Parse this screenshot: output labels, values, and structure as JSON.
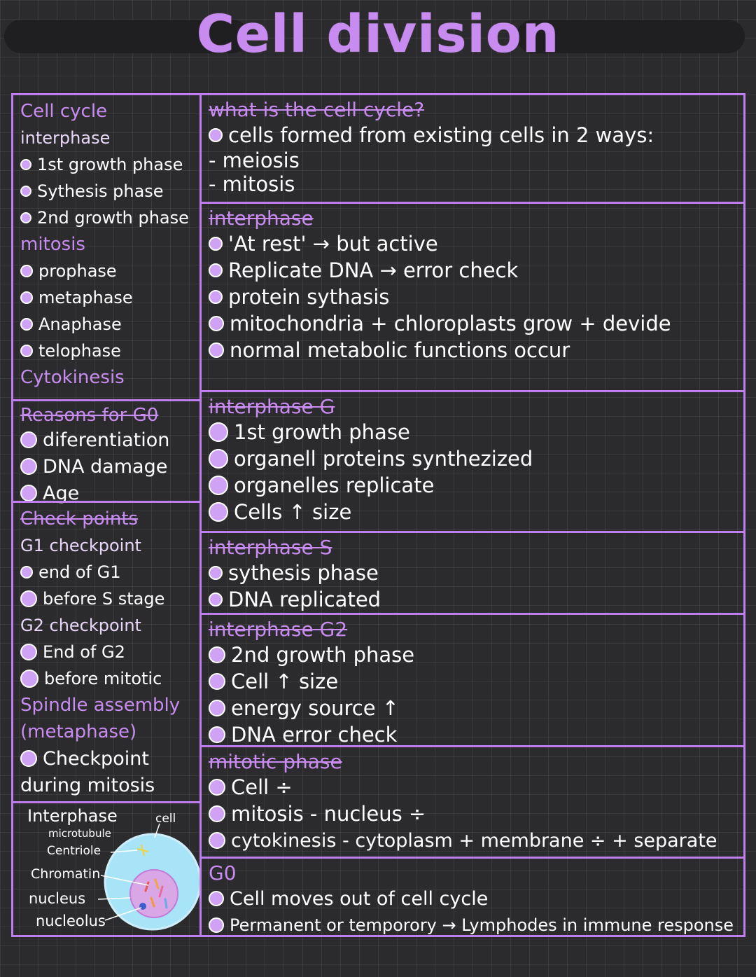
{
  "title": "Cell division",
  "left": {
    "cycle": {
      "heading": "Cell cycle",
      "interphase_label": "interphase",
      "interphase_items": [
        "1st growth phase",
        "Sythesis phase",
        "2nd growth phase"
      ],
      "mitosis_label": "mitosis",
      "mitosis_items": [
        "prophase",
        "metaphase",
        "Anaphase",
        "telophase"
      ],
      "cytokinesis_label": "Cytokinesis"
    },
    "reasons": {
      "heading": "Reasons for G0",
      "items": [
        "diferentiation",
        "DNA damage",
        "Age"
      ]
    },
    "checkpoints": {
      "heading": "Check points",
      "g1_label": "G1 checkpoint",
      "g1_items": [
        "end of G1",
        "before S stage"
      ],
      "g2_label": "G2 checkpoint",
      "g2_items": [
        "End of G2",
        "before mitotic"
      ],
      "spindle_label_1": "Spindle assembly",
      "spindle_label_2": "(metaphase)",
      "spindle_items": [
        "Checkpoint"
      ],
      "spindle_tail": "during mitosis"
    },
    "diagram": {
      "title": "Interphase",
      "cell": "cell",
      "microtubule": "microtubule",
      "centriole": "Centriole",
      "chromatin": "Chromatin",
      "nucleus": "nucleus",
      "nucleolus": "nucleolus"
    }
  },
  "right": {
    "what": {
      "heading": "what is the cell cycle?",
      "items": [
        "cells formed from existing cells in 2 ways:"
      ],
      "dash_items": [
        "- meiosis",
        "- mitosis"
      ]
    },
    "interphase": {
      "heading": "interphase",
      "items": [
        "'At rest' → but active",
        "Replicate DNA → error check",
        "protein sythasis",
        "mitochondria + chloroplasts grow + devide",
        "normal metabolic functions occur"
      ]
    },
    "g1": {
      "heading": "interphase G",
      "items": [
        "1st growth phase",
        "organell proteins synthezized",
        "organelles replicate",
        "Cells ↑ size"
      ]
    },
    "s": {
      "heading": "interphase S",
      "items": [
        "sythesis phase",
        "DNA replicated"
      ]
    },
    "g2": {
      "heading": "interphase G2",
      "items": [
        "2nd growth phase",
        "Cell ↑ size",
        "energy source ↑",
        "DNA error check"
      ]
    },
    "mitotic": {
      "heading": "mitotic phase",
      "items": [
        "Cell ÷",
        "mitosis - nucleus ÷",
        "cytokinesis - cytoplasm + membrane ÷ + separate"
      ]
    },
    "g0": {
      "heading": "G0",
      "items": [
        "Cell moves out of cell cycle",
        "Permanent or temporory → Lymphodes in immune response"
      ]
    }
  }
}
